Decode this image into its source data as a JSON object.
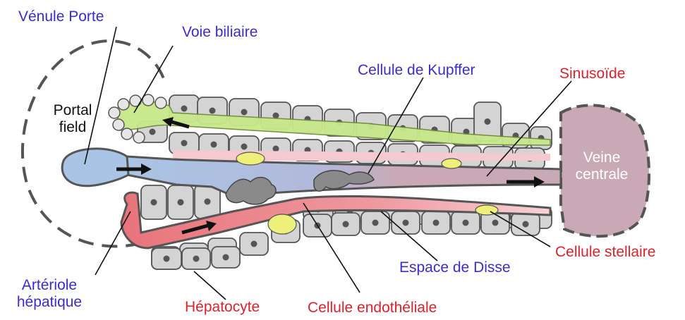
{
  "labels": {
    "venule_porte": "Vénule Porte",
    "voie_biliaire": "Voie biliaire",
    "portal_field_1": "Portal",
    "portal_field_2": "field",
    "kupffer": "Cellule de Kupffer",
    "sinusoide": "Sinusoïde",
    "veine_1": "Veine",
    "veine_2": "centrale",
    "stellaire": "Cellule stellaire",
    "disse": "Espace de Disse",
    "arteriole_1": "Artériole",
    "arteriole_2": "hépatique",
    "hepatocyte": "Hépatocyte",
    "endotheliale": "Cellule endothéliale"
  },
  "colors": {
    "blue_label": "#3b2bd0",
    "red_label": "#e0202a",
    "hepatocyte_fill": "#d4d4d4",
    "portal_vein": "#a9c4e4",
    "central_vein": "#c9a9b6",
    "bile": "#c8e88a",
    "artery": "#e8747a",
    "disse_space": "#f4c9cf",
    "stroke": "#555555"
  }
}
